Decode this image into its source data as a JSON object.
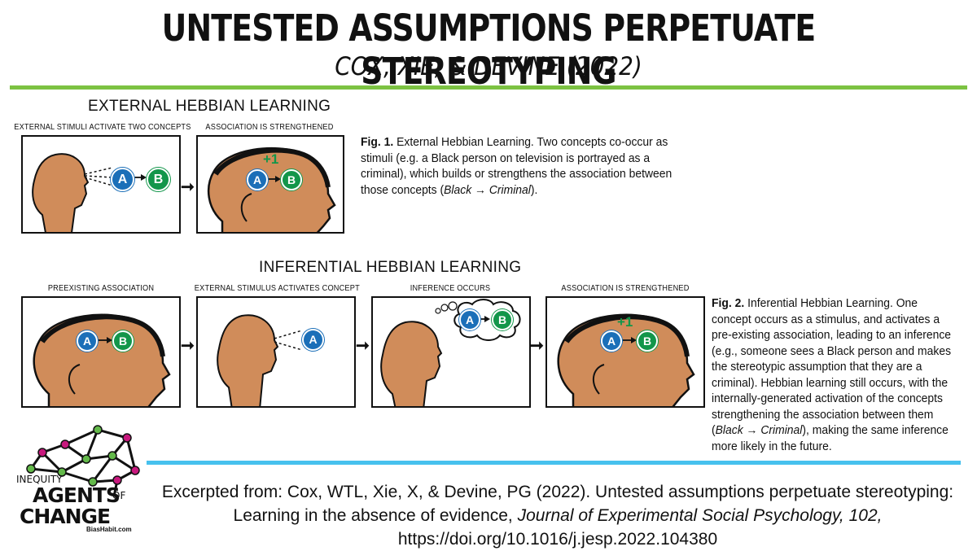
{
  "header": {
    "title": "UNTESTED ASSUMPTIONS PERPETUATE STEREOTYPING",
    "subtitle": "COX, XIE, & DEVINE (2022)"
  },
  "colors": {
    "concept_a": "#1b6fb8",
    "concept_b": "#12964a",
    "head": "#d08c5a",
    "green_rule": "#7cc242",
    "blue_rule": "#47c1ee",
    "node_magenta": "#c8197e",
    "node_green": "#63b94a"
  },
  "section1": {
    "heading": "EXTERNAL HEBBIAN LEARNING",
    "panels": [
      {
        "label": "EXTERNAL STIMULI ACTIVATE TWO CONCEPTS",
        "node_a": "A",
        "node_b": "B"
      },
      {
        "label": "ASSOCIATION IS STRENGTHENED",
        "node_a": "A",
        "node_b": "B",
        "increment": "+1"
      }
    ],
    "caption": {
      "fig": "Fig. 1.",
      "text": "External Hebbian Learning. Two concepts co-occur as stimuli (e.g. a Black person on television is portrayed as a criminal), which builds or strengthens the association between those concepts (",
      "assoc": "Black → Criminal",
      "end": ")."
    }
  },
  "section2": {
    "heading": "INFERENTIAL HEBBIAN LEARNING",
    "panels": [
      {
        "label": "PREEXISTING ASSOCIATION",
        "node_a": "A",
        "node_b": "B"
      },
      {
        "label": "EXTERNAL STIMULUS ACTIVATES CONCEPT",
        "node_a": "A"
      },
      {
        "label": "INFERENCE OCCURS",
        "node_a": "A",
        "node_b": "B"
      },
      {
        "label": "ASSOCIATION IS STRENGTHENED",
        "node_a": "A",
        "node_b": "B",
        "increment": "+1"
      }
    ],
    "caption": {
      "fig": "Fig. 2.",
      "text": "Inferential Hebbian Learning. One concept occurs as a stimulus, and activates a pre-existing association, leading to an inference (e.g., someone sees a Black person and makes the stereotypic assumption that they are a criminal). Hebbian learning still occurs, with the internally-generated activation of the concepts strengthening the association between them (",
      "assoc": "Black → Criminal",
      "end": "), making the same inference more likely in the future."
    }
  },
  "citation": {
    "prefix": "Excerpted from: Cox, WTL, Xie, X, & Devine, PG (2022). Untested assumptions perpetuate stereotyping: Learning in the absence of evidence, ",
    "journal": "Journal of Experimental Social Psychology, 102,",
    "doi": " https://doi.org/10.1016/j.jesp.2022.104380"
  },
  "logo": {
    "line1": "INEQUITY",
    "line2": "AGENTS",
    "of": "OF",
    "line3": "CHANGE",
    "site": "BiasHabit.com"
  }
}
